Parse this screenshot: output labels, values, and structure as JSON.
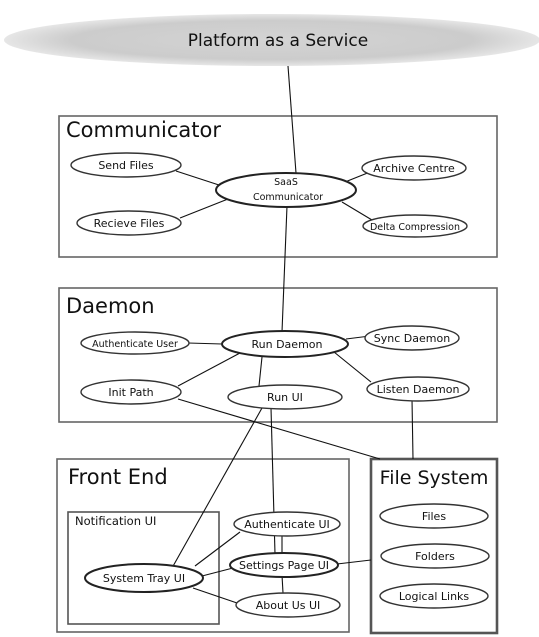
{
  "cloud": {
    "label": "Platform as a Service"
  },
  "communicator": {
    "title": "Communicator",
    "hub": {
      "line1": "SaaS",
      "line2": "Communicator"
    },
    "send_files": "Send Files",
    "recieve_files": "Recieve Files",
    "archive_centre": "Archive Centre",
    "delta_compression": "Delta Compression"
  },
  "daemon": {
    "title": "Daemon",
    "run_daemon": "Run Daemon",
    "authenticate_user": "Authenticate User",
    "sync_daemon": "Sync Daemon",
    "init_path": "Init Path",
    "run_ui": "Run UI",
    "listen_daemon": "Listen Daemon"
  },
  "front_end": {
    "title": "Front End",
    "notification_ui": {
      "title": "Notification UI",
      "system_tray_ui": "System Tray UI"
    },
    "authenticate_ui": "Authenticate UI",
    "settings_page_ui": "Settings Page UI",
    "about_us_ui": "About Us UI"
  },
  "file_system": {
    "title": "File System",
    "files": "Files",
    "folders": "Folders",
    "logical_links": "Logical Links"
  },
  "colors": {
    "cloud_fill": "#c9c9c9",
    "box_stroke": "#666666",
    "line": "#111111"
  }
}
